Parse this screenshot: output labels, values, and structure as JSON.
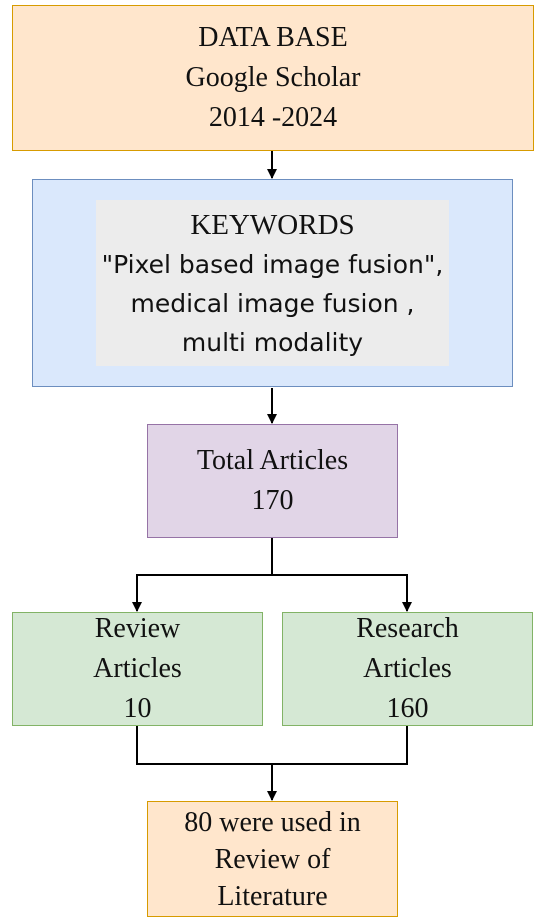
{
  "database": {
    "line1": "DATA BASE",
    "line2": "Google Scholar",
    "line3": "2014 -2024"
  },
  "keywords": {
    "title": "KEYWORDS",
    "line1": "\"Pixel based image fusion\",",
    "line2": "medical image fusion ,",
    "line3": "multi modality"
  },
  "total": {
    "line1": "Total Articles",
    "line2": "170"
  },
  "review": {
    "line1": "Review",
    "line2": "Articles",
    "line3": "10"
  },
  "research": {
    "line1": "Research",
    "line2": "Articles",
    "line3": "160"
  },
  "used": {
    "line1": "80 were used in",
    "line2": "Review of",
    "line3": "Literature"
  },
  "colors": {
    "orange_fill": "#ffe6cc",
    "blue_fill": "#dae8fc",
    "purple_fill": "#e1d5e7",
    "green_fill": "#d5e8d4",
    "connector": "#000000"
  }
}
